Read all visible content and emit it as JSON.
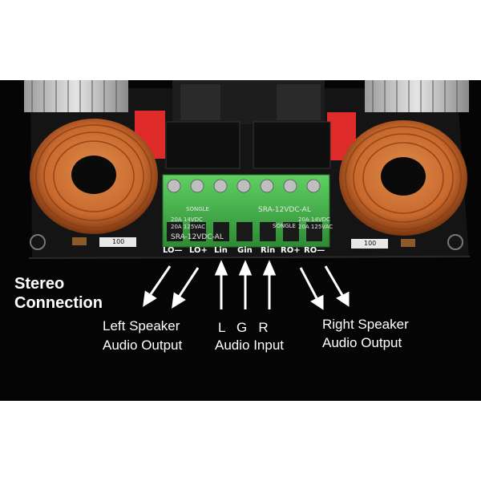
{
  "caption": {
    "stereo_line1": "Stereo",
    "stereo_line2": "Connection",
    "left_line1": "Left Speaker",
    "left_line2": "Audio Output",
    "input_letters": "L   G   R",
    "input_line2": "Audio Input",
    "right_line1": "Right Speaker",
    "right_line2": "Audio Output"
  },
  "terminal_pins": [
    "LO—",
    "LO+",
    "Lin",
    "Gin",
    "Rin",
    "RO+",
    "RO—"
  ],
  "resistor_label": "100",
  "relay_left": {
    "brand": "SONGLE",
    "rating1": "20A 14VDC",
    "rating2": "20A 125VAC",
    "model": "SRA-12VDC-AL"
  },
  "relay_right": {
    "model": "SRA-12VDC-AL",
    "brand": "SONGLE",
    "rating1": "20A 14VDC",
    "rating2": "20A 125VAC"
  },
  "colors": {
    "background": "#050505",
    "board": "#151515",
    "copper": "#c8692e",
    "terminal": "#3fae45",
    "relay_red": "#e02b2b",
    "text": "#ffffff"
  }
}
